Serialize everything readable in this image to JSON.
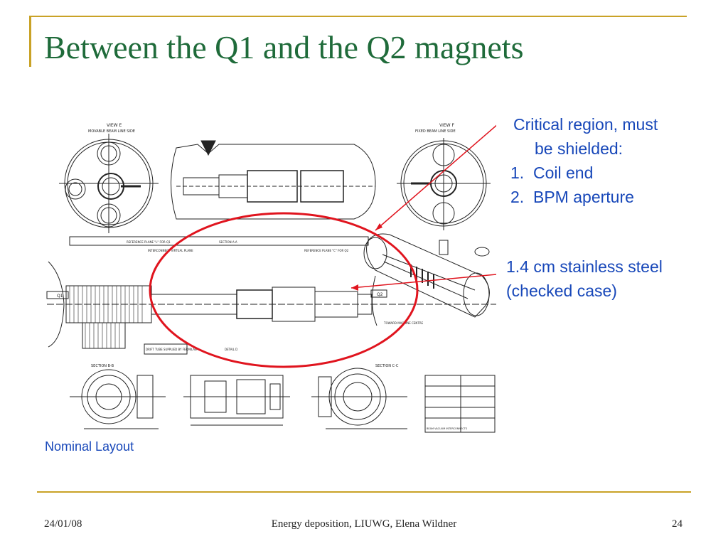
{
  "slide": {
    "title": "Between the Q1 and the Q2 magnets",
    "callout_critical": {
      "heading_line1": "Critical region, must",
      "heading_line2": "be shielded:",
      "items": [
        {
          "num": "1.",
          "text": "Coil end"
        },
        {
          "num": "2.",
          "text": "BPM aperture"
        }
      ]
    },
    "callout_steel": {
      "line1": "1.4 cm stainless steel",
      "line2": "(checked case)"
    },
    "caption": "Nominal Layout",
    "drawing_labels": {
      "view_e": "VIEW E",
      "view_e_sub": "MOVABLE BEAM LINE SIDE",
      "view_f": "VIEW F",
      "view_f_sub": "FIXED BEAM LINE SIDE",
      "q1": "Q1",
      "q2": "Q2",
      "ref_plane_l": "REFERENCE PLANE \"L\" FOR Q1",
      "interconnect": "INTERCONNECT VIRTUAL PLANE",
      "section_aa": "SECTION A-A",
      "ref_plane_c": "REFERENCE PLANE \"C\" FOR Q2",
      "toward_centre": "TOWARD MACHINE CENTRE",
      "drift_tube": "DRIFT TUBE SUPPLIED BY FERMILAB",
      "detail_d": "DETAIL D",
      "section_bb": "SECTION B-B",
      "section_cc": "SECTION C-C",
      "title_block": "BEAM VACUUM INTERCONNECTS"
    },
    "colors": {
      "title": "#1f6b3a",
      "accent_rule": "#c9a227",
      "callout_text": "#1747b9",
      "highlight_ellipse": "#e0141e",
      "arrow": "#e0141e"
    }
  },
  "footer": {
    "date": "24/01/08",
    "center": "Energy deposition, LIUWG, Elena Wildner",
    "page": "24"
  }
}
